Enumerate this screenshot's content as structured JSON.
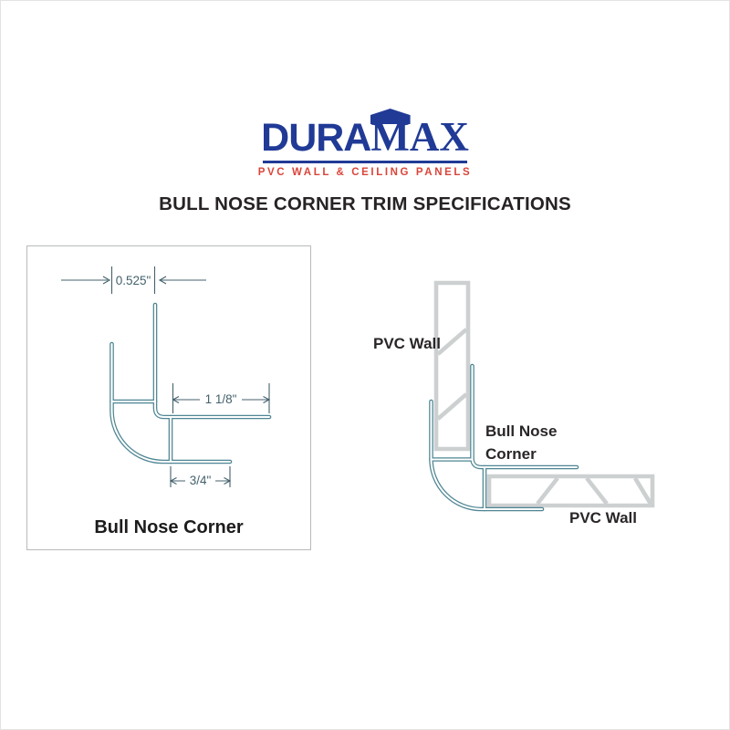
{
  "brand": {
    "name_part1": "DURA",
    "name_m": "M",
    "name_ax": "AX",
    "tagline": "PVC WALL & CEILING PANELS"
  },
  "page": {
    "title": "BULL NOSE CORNER TRIM SPECIFICATIONS"
  },
  "spec_drawing": {
    "caption": "Bull Nose Corner",
    "dimensions": {
      "top_width": "0.525\"",
      "side_leg": "1 1/8\"",
      "bottom_leg": "3/4\""
    }
  },
  "installation_diagram": {
    "label_wall_top": "PVC Wall",
    "label_trim_line1": "Bull Nose",
    "label_trim_line2": "Corner",
    "label_wall_bottom": "PVC Wall"
  },
  "colors": {
    "blue": "#203a96",
    "red": "#d9453a",
    "trim": "#4e8593",
    "panel": "#cdd0d1",
    "dim": "#44616c",
    "ink": "#272325"
  }
}
